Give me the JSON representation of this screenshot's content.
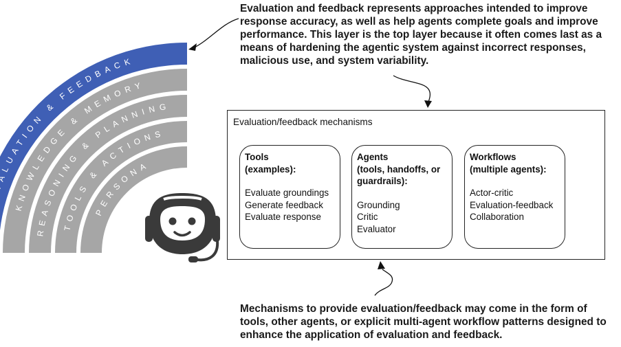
{
  "layers": [
    {
      "id": "evaluation-feedback",
      "label": "EVALUATION & FEEDBACK",
      "color": "#3f5fb5"
    },
    {
      "id": "knowledge-memory",
      "label": "KNOWLEDGE & MEMORY",
      "color": "#a6a6a6"
    },
    {
      "id": "reasoning-planning",
      "label": "REASONING & PLANNING",
      "color": "#a6a6a6"
    },
    {
      "id": "tools-actions",
      "label": "TOOLS & ACTIONS",
      "color": "#a6a6a6"
    },
    {
      "id": "persona",
      "label": "PERSONA",
      "color": "#a6a6a6"
    }
  ],
  "top_note": "Evaluation and feedback represents approaches intended to improve response accuracy, as well as help agents complete goals and improve performance. This layer is the top layer because it often comes last as a means of hardening the agentic system against incorrect responses, malicious use, and system variability.",
  "mechanisms": {
    "title": "Evaluation/feedback mechanisms",
    "cards": [
      {
        "id": "tools",
        "heading": "Tools\n(examples):",
        "items": [
          "Evaluate groundings",
          "Generate feedback",
          "Evaluate response"
        ]
      },
      {
        "id": "agents",
        "heading": "Agents\n(tools, handoffs, or\nguardrails):",
        "items": [
          "Grounding",
          "Critic",
          "Evaluator"
        ]
      },
      {
        "id": "workflows",
        "heading": "Workflows\n(multiple agents):",
        "items": [
          "Actor-critic",
          "Evaluation-feedback",
          "Collaboration"
        ]
      }
    ]
  },
  "bottom_note": "Mechanisms to provide evaluation/feedback may come in the form of tools, other agents, or explicit multi-agent workflow patterns designed to enhance the application of evaluation and feedback."
}
